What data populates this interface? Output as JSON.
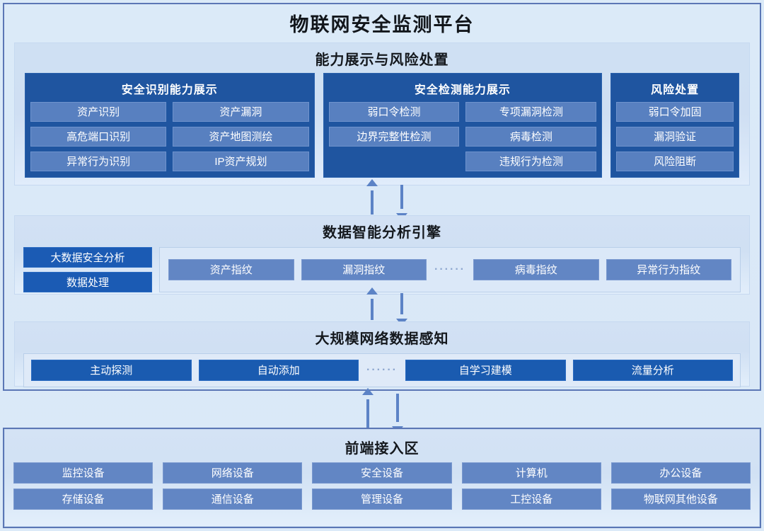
{
  "main_title": "物联网安全监测平台",
  "colors": {
    "page_bg": "#dceaf8",
    "frame_border": "#5b77b5",
    "dark_panel": "#1f55a0",
    "chip_medium": "#5880c0",
    "chip_dark": "#1b5bb4",
    "arrow": "#5c83c6"
  },
  "capability": {
    "title": "能力展示与风险处置",
    "panels": [
      {
        "title": "安全识别能力展示",
        "columns": [
          [
            "资产识别",
            "高危端口识别",
            "异常行为识别"
          ],
          [
            "资产漏洞",
            "资产地图测绘",
            "IP资产规划"
          ]
        ]
      },
      {
        "title": "安全检测能力展示",
        "columns": [
          [
            "弱口令检测",
            "边界完整性检测"
          ],
          [
            "专项漏洞检测",
            "病毒检测",
            "违规行为检测"
          ]
        ]
      },
      {
        "title": "风险处置",
        "columns": [
          [
            "弱口令加固",
            "漏洞验证",
            "风险阻断"
          ]
        ]
      }
    ]
  },
  "engine": {
    "title": "数据智能分析引擎",
    "left_tags": [
      "大数据安全分析",
      "数据处理"
    ],
    "fingerprints_left": [
      "资产指纹",
      "漏洞指纹"
    ],
    "separator": "······",
    "fingerprints_right": [
      "病毒指纹",
      "异常行为指纹"
    ]
  },
  "perception": {
    "title": "大规模网络数据感知",
    "items_left": [
      "主动探测",
      "自动添加"
    ],
    "separator": "······",
    "items_right": [
      "自学习建模",
      "流量分析"
    ]
  },
  "frontend": {
    "title": "前端接入区",
    "devices": [
      "监控设备",
      "网络设备",
      "安全设备",
      "计算机",
      "办公设备",
      "存储设备",
      "通信设备",
      "管理设备",
      "工控设备",
      "物联网其他设备"
    ]
  }
}
